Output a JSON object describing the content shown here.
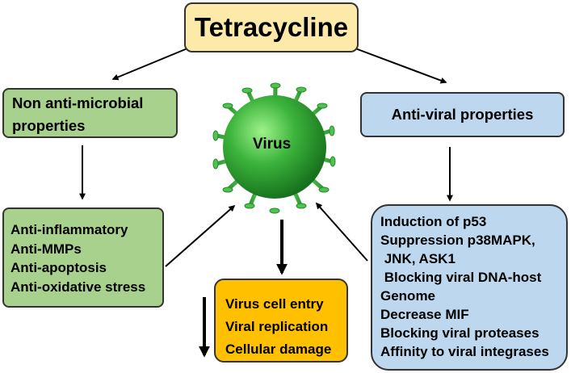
{
  "title": "Tetracycline",
  "non_antimicrobial": {
    "label_lines": [
      "Non anti-microbial",
      "properties"
    ],
    "items": [
      "Anti-inflammatory",
      "Anti-MMPs",
      "Anti-apoptosis",
      "Anti-oxidative stress"
    ]
  },
  "antiviral": {
    "label": "Anti-viral properties",
    "items": [
      "Induction of p53",
      "Suppression p38MAPK,",
      " JNK, ASK1",
      " Blocking viral DNA-host",
      "Genome",
      "Decrease MIF",
      "Blocking viral proteases",
      "Affinity to viral integrases"
    ]
  },
  "virus": {
    "label": "Virus",
    "effects": [
      "Virus cell entry",
      "Viral replication",
      "Cellular damage"
    ]
  },
  "colors": {
    "title_fill": "#fde9a8",
    "green_fill": "#a9d18e",
    "blue_fill": "#bdd7ee",
    "orange_fill": "#ffc000",
    "virus_green": "#3cb43c"
  }
}
